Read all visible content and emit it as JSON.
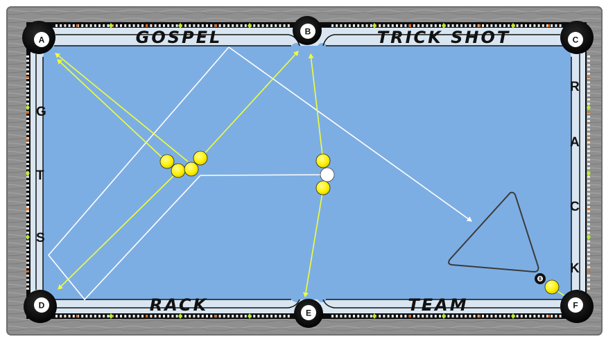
{
  "rail_labels": {
    "top_left": "GOSPEL",
    "top_right": "TRICK SHOT",
    "bottom_left": "RACK",
    "bottom_right": "TEAM"
  },
  "left_rail_letters": [
    "G",
    "T",
    "S"
  ],
  "right_rail_letters": [
    "R",
    "A",
    "C",
    "K"
  ],
  "pockets": [
    "A",
    "B",
    "C",
    "D",
    "E",
    "F"
  ],
  "eight_ball_number": "8",
  "colors": {
    "felt": "#7daee3",
    "rail": "#8e8e8e",
    "cushion_line": "#111111",
    "object_ball": "#fff200",
    "cue_ball": "#ffffff",
    "yellow_path": "#f0ff3a",
    "white_path": "#ffffff",
    "diamond": "#b6f03a",
    "marker_orange": "#e07020"
  }
}
